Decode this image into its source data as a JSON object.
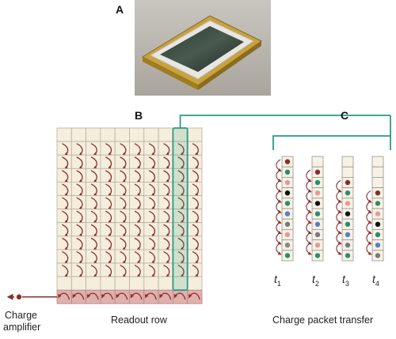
{
  "panels": {
    "a": "A",
    "b": "B",
    "c": "C"
  },
  "captions": {
    "charge_amplifier_line1": "Charge",
    "charge_amplifier_line2": "amplifier",
    "readout_row": "Readout row",
    "charge_packet_transfer": "Charge packet transfer"
  },
  "time_steps": [
    {
      "t": "t",
      "sub": "1"
    },
    {
      "t": "t",
      "sub": "2"
    },
    {
      "t": "t",
      "sub": "3"
    },
    {
      "t": "t",
      "sub": "4"
    }
  ],
  "grid": {
    "rows": 12,
    "cols": 10,
    "highlight_col": 9
  },
  "columns": [
    [
      "#8b2c2c",
      "#2e8b6e",
      "#e59a9a",
      "#111111",
      "#2e8b6e",
      "#5a7fc0",
      "#7a7a7a",
      "#e59a9a",
      "#8a8a8a",
      "#2e8b6e"
    ],
    [
      "",
      "#8b2c2c",
      "#2e8b6e",
      "#e59a9a",
      "#111111",
      "#2e8b6e",
      "#5a7fc0",
      "#7a7a7a",
      "#e59a9a",
      "#2e8b6e"
    ],
    [
      "",
      "",
      "#8b2c2c",
      "#2e8b6e",
      "#e59a9a",
      "#111111",
      "#2e8b6e",
      "#5a7fc0",
      "#7a7a7a",
      "#2e8b6e"
    ],
    [
      "",
      "",
      "",
      "#8b2c2c",
      "#2e8b6e",
      "#e59a9a",
      "#111111",
      "#2e8b6e",
      "#5a7fc0",
      "#7a7a7a"
    ]
  ],
  "colors": {
    "cell_fill": "#f6eedc",
    "cell_stroke": "#b8b0a0",
    "arrow": "#8b2c2c",
    "readout_fill": "#e0b0ac",
    "highlight": "#2a9a88",
    "bracket": "#2a9a88"
  }
}
